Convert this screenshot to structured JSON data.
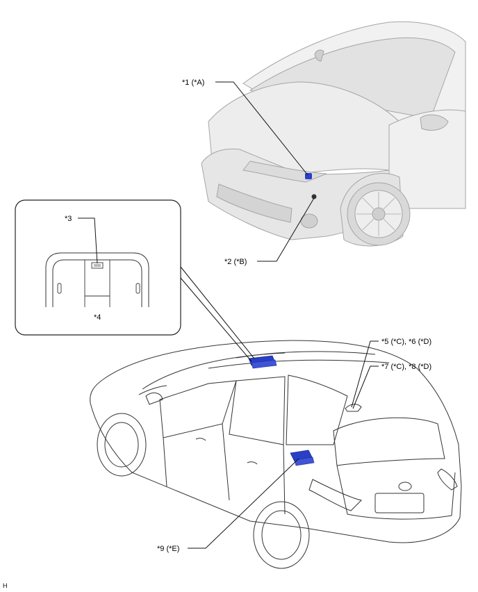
{
  "labels": {
    "c1": "*1 (*A)",
    "c2": "*2 (*B)",
    "c3": "*3",
    "c4": "*4",
    "c5": "*5 (*C), *6 (*D)",
    "c7": "*7 (*C), *8 (*D)",
    "c9": "*9 (*E)"
  },
  "sheet_code": "H",
  "colors": {
    "highlight": "#2a3fc8",
    "line": "#222222",
    "front_car_fill": "#e9e9e9",
    "front_car_stroke": "#9a9a9a"
  }
}
